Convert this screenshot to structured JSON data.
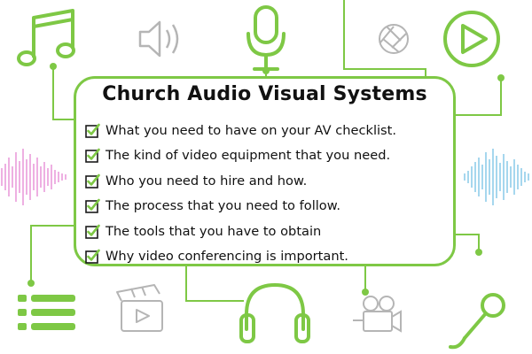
{
  "title": "Church Audio Visual Systems",
  "checklist": [
    "What you need to have on your AV checklist.",
    "The kind of video equipment that you need.",
    "Who you need to hire and how.",
    "The process that you need to follow.",
    "The tools that you have to obtain",
    "Why video conferencing is important."
  ],
  "colors": {
    "accent_green": "#7ec845",
    "icon_gray": "#b5b5b5",
    "wave_pink": "#d94fc0",
    "wave_blue": "#3aa6d8",
    "text": "#111111"
  },
  "icons": [
    "music-note-icon",
    "speaker-icon",
    "microphone-icon",
    "camera-shutter-icon",
    "play-button-icon",
    "list-icon",
    "video-clapper-icon",
    "headphones-icon",
    "film-camera-icon",
    "handheld-microphone-icon"
  ]
}
